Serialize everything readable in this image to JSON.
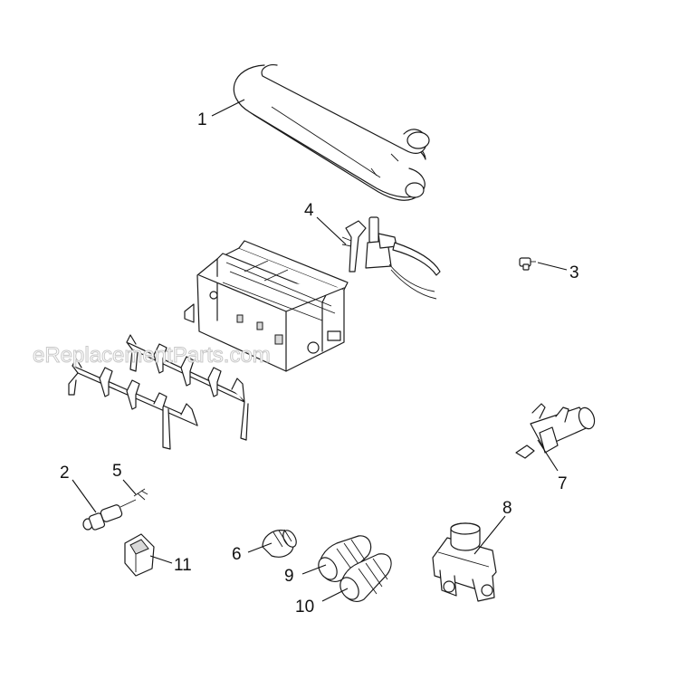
{
  "watermark": "eReplacementParts.com",
  "callouts": [
    {
      "id": 1,
      "label": "1"
    },
    {
      "id": 2,
      "label": "2"
    },
    {
      "id": 3,
      "label": "3"
    },
    {
      "id": 4,
      "label": "4"
    },
    {
      "id": 5,
      "label": "5"
    },
    {
      "id": 6,
      "label": "6"
    },
    {
      "id": 7,
      "label": "7"
    },
    {
      "id": 8,
      "label": "8"
    },
    {
      "id": 9,
      "label": "9"
    },
    {
      "id": 10,
      "label": "10"
    },
    {
      "id": 11,
      "label": "11"
    }
  ],
  "colors": {
    "line": "#1a1a1a",
    "shade": "#d9d9d9",
    "watermark_outline": "#c8c8c8"
  }
}
